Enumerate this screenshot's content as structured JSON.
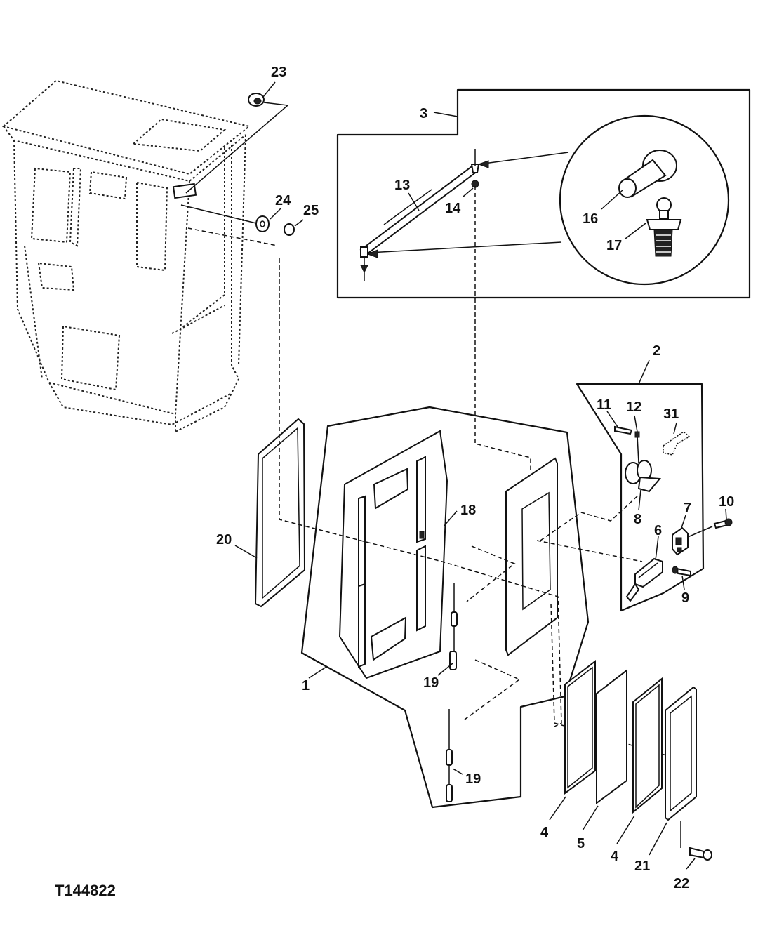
{
  "figure_id": "T144822",
  "callouts": {
    "c1": "1",
    "c2": "2",
    "c3": "3",
    "c4a": "4",
    "c4b": "4",
    "c5": "5",
    "c6": "6",
    "c7": "7",
    "c8": "8",
    "c9": "9",
    "c10": "10",
    "c11": "11",
    "c12": "12",
    "c13": "13",
    "c14": "14",
    "c16": "16",
    "c17": "17",
    "c18": "18",
    "c19a": "19",
    "c19b": "19",
    "c20": "20",
    "c21": "21",
    "c22": "22",
    "c23": "23",
    "c24": "24",
    "c25": "25",
    "c31": "31"
  }
}
